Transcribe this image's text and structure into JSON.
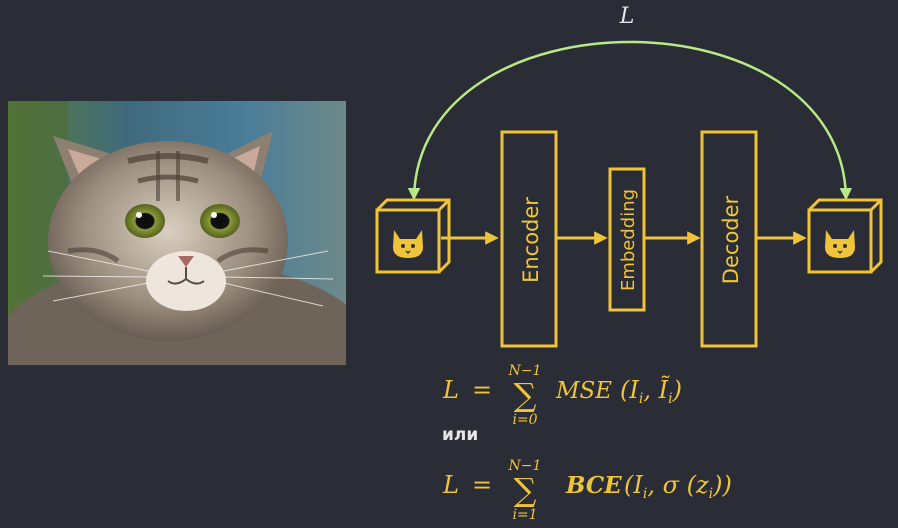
{
  "diagram": {
    "loss_label": "L",
    "blocks": {
      "encoder": "Encoder",
      "embedding": "Embedding",
      "decoder": "Decoder"
    },
    "input_icon": "cat-face-icon",
    "output_icon": "cat-face-icon",
    "colors": {
      "background": "#2b2d36",
      "block": "#f0c43a",
      "loss_arc": "#b8e986",
      "text_light": "#e6e6e6"
    }
  },
  "formulas": {
    "mse": {
      "lhs": "L",
      "equals": "=",
      "sum_upper": "N−1",
      "sum_lower": "i=0",
      "func": "MSE",
      "args": "(I",
      "args_sub": "i",
      "args_mid": ", Ĩ",
      "args_sub2": "i",
      "args_end": ")"
    },
    "connector": "или",
    "bce": {
      "lhs": "L",
      "equals": "=",
      "sum_upper": "N−1",
      "sum_lower": "i=1",
      "func": "BCE",
      "args": "(I",
      "args_sub": "i",
      "args_mid": ", σ (z",
      "args_sub2": "i",
      "args_end": "))"
    }
  }
}
